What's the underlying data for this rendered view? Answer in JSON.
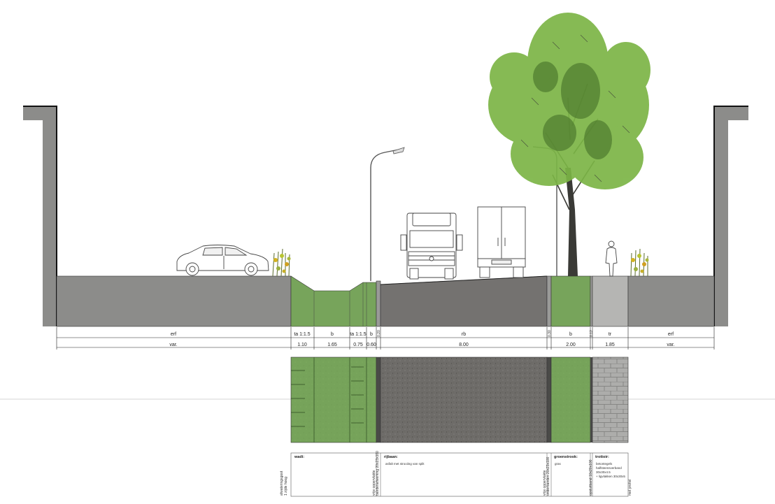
{
  "section": {
    "row1_labels": [
      "erf",
      "ta 1:1.5",
      "b",
      "ta 1:1.5",
      "b",
      "rb",
      "b",
      "tr",
      "erf"
    ],
    "row2_dims": [
      "var.",
      "1.10",
      "1.65",
      "0.75",
      "0.60",
      "8.00",
      "2.00",
      "1.85",
      "var."
    ],
    "narrow_labels": [
      "0.20",
      "0.30",
      "0.12"
    ]
  },
  "legend": {
    "wadi": {
      "title": "wadi:"
    },
    "rijbaan": {
      "title": "rijbaan:",
      "text": "asfalt met strooiing van split"
    },
    "groenstrook": {
      "title": "groenstrook:",
      "text": "gras"
    },
    "trottoir": {
      "title": "trottoir:",
      "lines": [
        "betontegels",
        "halfsteensverband",
        "30x30x4.5",
        "+ ligvlakken 30x30x5"
      ]
    },
    "vertical_1": [
      "afwateringsgoot",
      "1 zijde hoog"
    ],
    "vertical_2": [
      "bandenafwerking 20x23x100",
      "vrije oppervlakte"
    ],
    "vertical_3": [
      "onderbanden 20x23x100",
      "vrije oppervlakte"
    ],
    "vertical_4": [
      "opsluitband 10x20x100",
      "met profiel"
    ]
  },
  "colors": {
    "wall": "#8c8c8a",
    "green": "#78a45c",
    "asphalt": "#757370",
    "pavement": "#b4b4b2",
    "tree": "#7db547"
  }
}
